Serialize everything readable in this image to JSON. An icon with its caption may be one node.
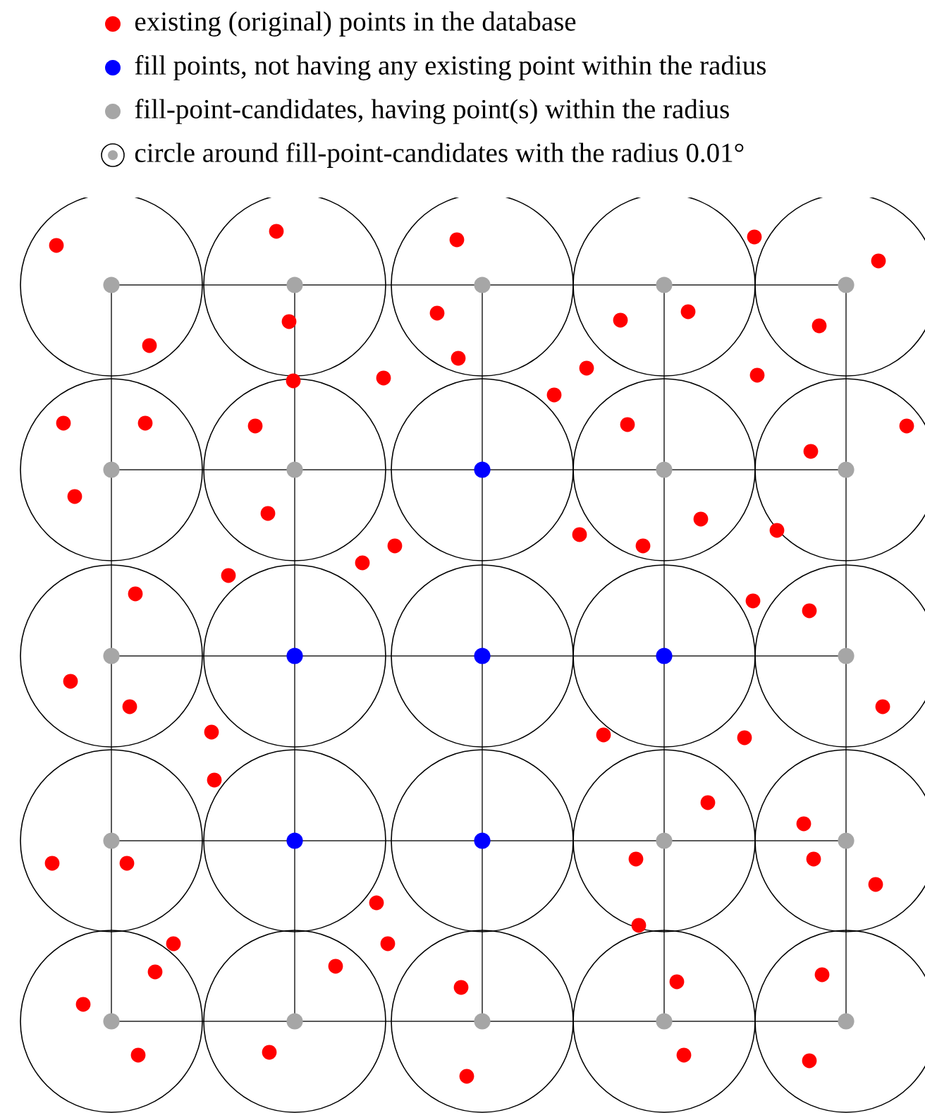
{
  "diagram": {
    "legend": [
      {
        "text": "existing (original) points in the database",
        "color": "#ff0000"
      },
      {
        "text": "fill points, not having any existing point within the radius",
        "color": "#0000ff"
      },
      {
        "text": "fill-point-candidates, having point(s) within the radius",
        "color": "#a6a6a6"
      },
      {
        "text": "circle around fill-point-candidates with the radius 0.01°"
      }
    ]
  }
}
